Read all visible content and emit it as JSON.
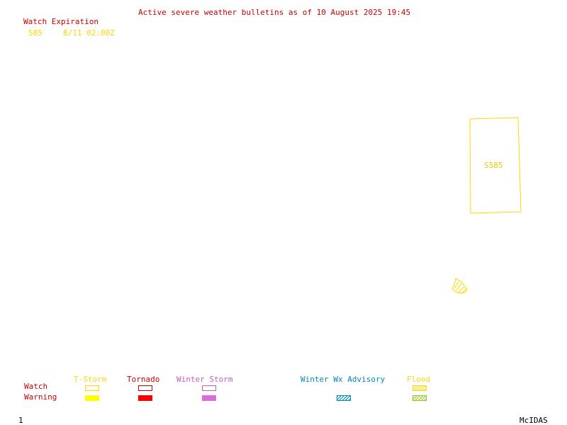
{
  "title": "Active severe weather bulletins as of 10 August 2025 19:45",
  "watch_expiration": {
    "heading": "Watch Expiration",
    "entries": [
      {
        "number": "585",
        "expires": "8/11 02:00Z"
      }
    ]
  },
  "map": {
    "polygon_label": "S585"
  },
  "legend": {
    "row_labels": {
      "watch": "Watch",
      "warning": "Warning"
    },
    "categories": [
      {
        "label": "T-Storm",
        "color": "#ffd700"
      },
      {
        "label": "Tornado",
        "color": "#cc0000"
      },
      {
        "label": "Winter Storm",
        "color": "#c060c0"
      },
      {
        "label": "Winter Wx Advisory",
        "color": "#0088bb"
      },
      {
        "label": "Flood",
        "color": "#88cc22"
      }
    ]
  },
  "footer": {
    "page_number": "1",
    "brand": "McIDAS"
  }
}
